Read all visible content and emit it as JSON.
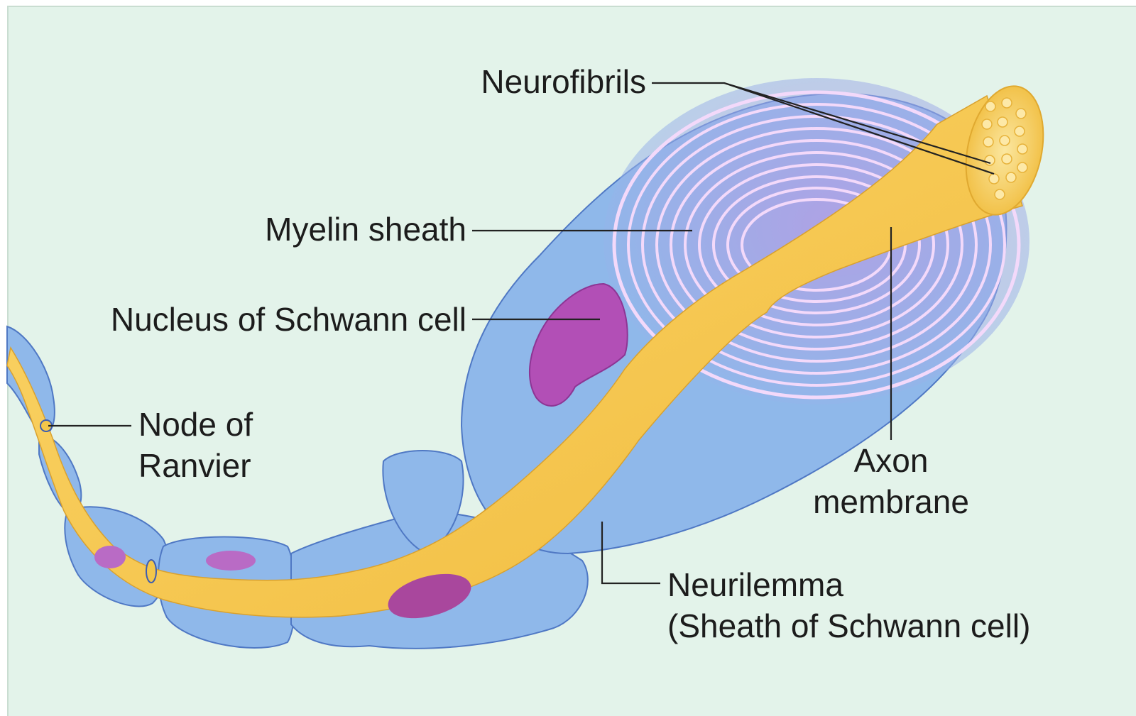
{
  "diagram": {
    "colors": {
      "background": "#e3f3ea",
      "sheath_blue": "#8fb8ea",
      "sheath_outline": "#4f78c4",
      "axon_yellow": "#f7c84a",
      "myelin_pink": "#dcb2ec",
      "nucleus_purple": "#b24fb6",
      "label_text": "#1c1c1c"
    },
    "labels": {
      "neurofibrils": "Neurofibrils",
      "myelin_sheath": "Myelin sheath",
      "nucleus": "Nucleus of Schwann cell",
      "node_line1": "Node of",
      "node_line2": "Ranvier",
      "axon_line1": "Axon",
      "axon_line2": "membrane",
      "neurilemma_line1": "Neurilemma",
      "neurilemma_line2": "(Sheath of Schwann cell)"
    }
  }
}
